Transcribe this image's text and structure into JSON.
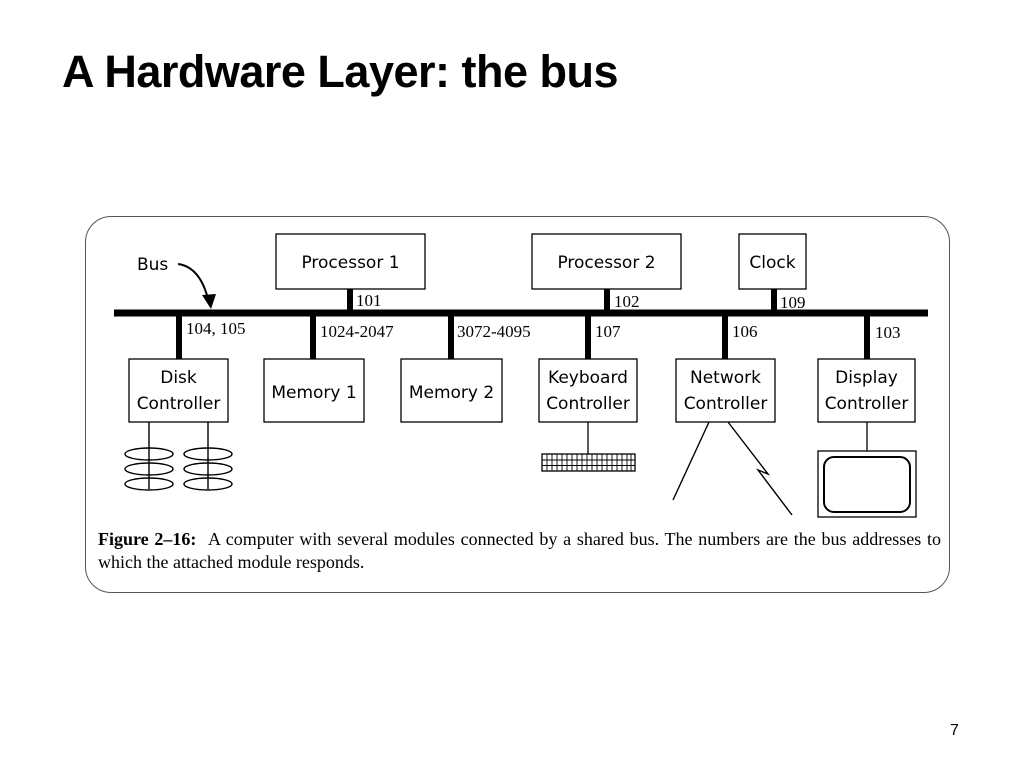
{
  "slide": {
    "title": "A Hardware Layer: the bus",
    "page_number": "7"
  },
  "diagram": {
    "bus_label": "Bus",
    "top_modules": [
      {
        "name": "Processor 1",
        "address": "101"
      },
      {
        "name": "Processor 2",
        "address": "102"
      },
      {
        "name": "Clock",
        "address": "109"
      }
    ],
    "bottom_modules": [
      {
        "name_line1": "Disk",
        "name_line2": "Controller",
        "address": "104, 105",
        "device": "disk-platters"
      },
      {
        "name_line1": "Memory 1",
        "name_line2": "",
        "address": "1024-2047",
        "device": ""
      },
      {
        "name_line1": "Memory 2",
        "name_line2": "",
        "address": "3072-4095",
        "device": ""
      },
      {
        "name_line1": "Keyboard",
        "name_line2": "Controller",
        "address": "107",
        "device": "keyboard"
      },
      {
        "name_line1": "Network",
        "name_line2": "Controller",
        "address": "106",
        "device": "network-link"
      },
      {
        "name_line1": "Display",
        "name_line2": "Controller",
        "address": "103",
        "device": "monitor"
      }
    ],
    "caption_label": "Figure 2–16:",
    "caption_text": "A computer with several modules connected by a shared bus. The numbers are the bus addresses to which the attached module responds."
  }
}
